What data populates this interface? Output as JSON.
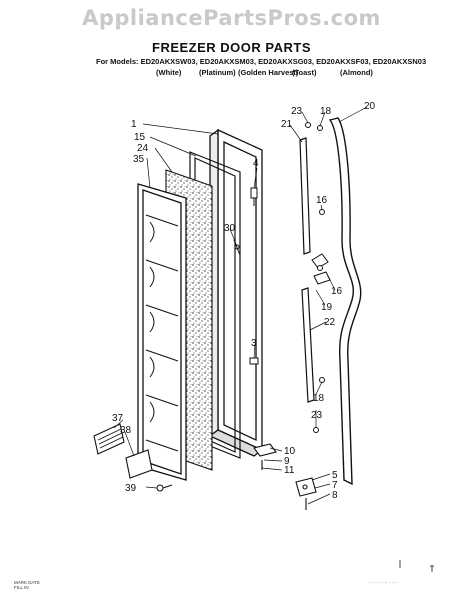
{
  "watermark": "AppliancePartsPros.com",
  "title": "FREEZER DOOR PARTS",
  "models_line": "For Models: ED20AKXSW03, ED20AKXSM03, ED20AKXSG03, ED20AKXSF03, ED20AKXSN03",
  "variants": [
    "(White)",
    "(Platinum)",
    "(Golden Harvest)",
    "(Toast)",
    "(Almond)"
  ],
  "callouts": {
    "c1": "1",
    "c15": "15",
    "c24": "24",
    "c35": "35",
    "c4": "4",
    "c30": "30",
    "c3": "3",
    "c23a": "23",
    "c18a": "18",
    "c20": "20",
    "c21": "21",
    "c16a": "16",
    "c16b": "16",
    "c19": "19",
    "c22": "22",
    "c18b": "18",
    "c23b": "23",
    "c37": "37",
    "c38": "38",
    "c39": "39",
    "c10": "10",
    "c9": "9",
    "c11": "11",
    "c5": "5",
    "c7": "7",
    "c8": "8"
  },
  "footer_left": "MARK DATE \nFILL IN",
  "footer_right": "· · ·  ·  · · ·· · ·  ·  ·"
}
